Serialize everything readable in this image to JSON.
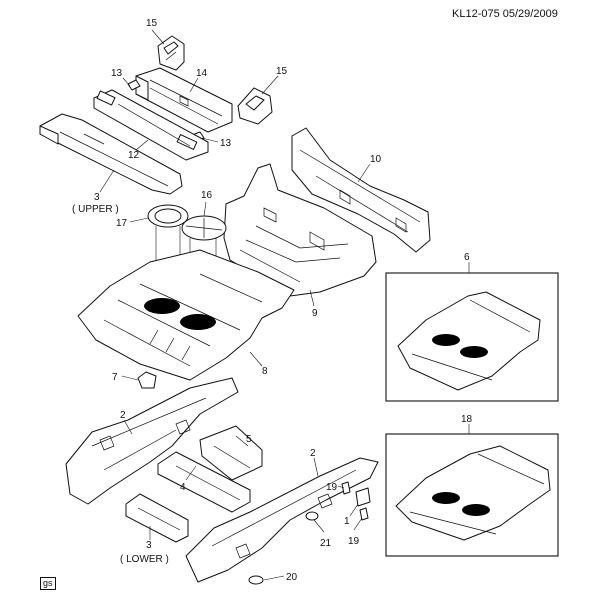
{
  "header": {
    "doc_code": "KL12-075  05/29/2009"
  },
  "footer": {
    "source_tag": "gs"
  },
  "callouts": [
    {
      "id": "c15a",
      "text": "15"
    },
    {
      "id": "c13a",
      "text": "13"
    },
    {
      "id": "c14",
      "text": "14"
    },
    {
      "id": "c15b",
      "text": "15"
    },
    {
      "id": "c13b",
      "text": "13"
    },
    {
      "id": "c12",
      "text": "12"
    },
    {
      "id": "c3u",
      "text": "3"
    },
    {
      "id": "c3u_note",
      "text": "( UPPER )"
    },
    {
      "id": "c10",
      "text": "10"
    },
    {
      "id": "c16",
      "text": "16"
    },
    {
      "id": "c17",
      "text": "17"
    },
    {
      "id": "c9",
      "text": "9"
    },
    {
      "id": "c6",
      "text": "6"
    },
    {
      "id": "c7",
      "text": "7"
    },
    {
      "id": "c8",
      "text": "8"
    },
    {
      "id": "c2a",
      "text": "2"
    },
    {
      "id": "c5",
      "text": "5"
    },
    {
      "id": "c2b",
      "text": "2"
    },
    {
      "id": "c4",
      "text": "4"
    },
    {
      "id": "c18",
      "text": "18"
    },
    {
      "id": "c19a",
      "text": "19"
    },
    {
      "id": "c1",
      "text": "1"
    },
    {
      "id": "c21",
      "text": "21"
    },
    {
      "id": "c19b",
      "text": "19"
    },
    {
      "id": "c3l",
      "text": "3"
    },
    {
      "id": "c3l_note",
      "text": "( LOWER )"
    },
    {
      "id": "c20",
      "text": "20"
    }
  ]
}
